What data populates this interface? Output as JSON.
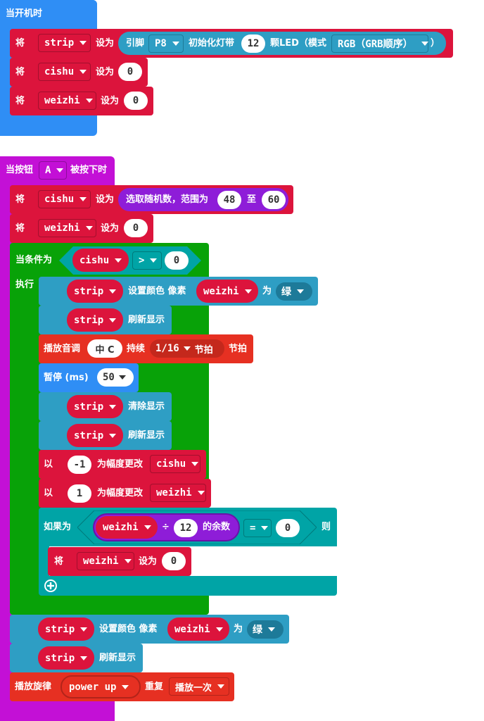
{
  "colors": {
    "event_blue": "#2f8ef5",
    "event_magenta": "#c310d6",
    "variables_red": "#dc143c",
    "neopixel_teal": "#2e9ec4",
    "logic_green": "#08a208",
    "math_purple": "#8e1dd8",
    "music_red": "#e63022",
    "logic_teal": "#00a4a6"
  },
  "start": {
    "header": "当开机时",
    "set_word": "将",
    "set_to": "设为",
    "row1": {
      "var": "strip",
      "pin_label": "引脚",
      "pin": "P8",
      "init_label": "初始化灯带",
      "count": "12",
      "led_label": "颗LED（模式",
      "mode": "RGB（GRB顺序）",
      "close": "）"
    },
    "row2": {
      "var": "cishu",
      "value": "0"
    },
    "row3": {
      "var": "weizhi",
      "value": "0"
    }
  },
  "button": {
    "header": "当按钮",
    "button": "A",
    "header_tail": "被按下时",
    "set_word": "将",
    "set_to": "设为",
    "r1": {
      "var": "cishu",
      "random_label": "选取随机数，范围为",
      "from": "48",
      "to_label": "至",
      "to": "60"
    },
    "r2": {
      "var": "weizhi",
      "value": "0"
    },
    "while_label": "当条件为",
    "while_var": "cishu",
    "while_op": ">",
    "while_value": "0",
    "do_label": "执行",
    "d1": {
      "strip": "strip",
      "label": "设置颜色 像素",
      "var": "weizhi",
      "for": "为",
      "color": "绿"
    },
    "d2": {
      "strip": "strip",
      "label": "刷新显示"
    },
    "d3": {
      "label": "播放音调",
      "note": "中 C",
      "for_label": "持续",
      "beat": "1/16",
      "beat_unit": "节拍",
      "tail": "节拍"
    },
    "d4": {
      "label": "暂停 (ms)",
      "value": "50"
    },
    "d5": {
      "strip": "strip",
      "label": "清除显示"
    },
    "d6": {
      "strip": "strip",
      "label": "刷新显示"
    },
    "d7": {
      "by": "以",
      "value": "-1",
      "label": "为幅度更改",
      "var": "cishu"
    },
    "d8": {
      "by": "以",
      "value": "1",
      "label": "为幅度更改",
      "var": "weizhi"
    },
    "ifb": {
      "label": "如果为",
      "var": "weizhi",
      "div": "÷",
      "divisor": "12",
      "mod": "的余数",
      "op": "=",
      "value": "0",
      "then": "则",
      "set_word": "将",
      "set_var": "weizhi",
      "set_to": "设为",
      "set_value": "0"
    },
    "a1": {
      "strip": "strip",
      "label": "设置颜色 像素",
      "var": "weizhi",
      "for": "为",
      "color": "绿"
    },
    "a2": {
      "strip": "strip",
      "label": "刷新显示"
    },
    "a3": {
      "label": "播放旋律",
      "melody": "power up",
      "repeat": "重复",
      "mode": "播放一次"
    }
  }
}
